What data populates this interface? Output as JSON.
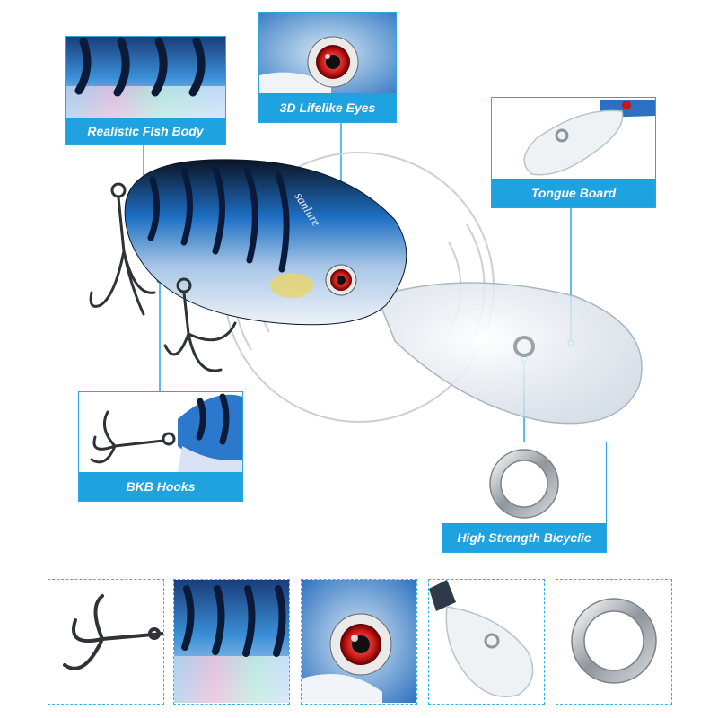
{
  "features": {
    "body": {
      "label": "Realistic FIsh Body",
      "icon": "fish-body-closeup"
    },
    "eyes": {
      "label": "3D Lifelike  Eyes",
      "icon": "fish-eye-closeup"
    },
    "tongue": {
      "label": "Tongue Board",
      "icon": "tongue-board-closeup"
    },
    "hooks": {
      "label": "BKB Hooks",
      "icon": "treble-hook-closeup"
    },
    "ring": {
      "label": "High Strength Bicyclic",
      "icon": "split-ring-closeup"
    }
  },
  "lure": {
    "brand": "sanlure"
  },
  "colors": {
    "accent": "#1fa2e0",
    "body_blue": "#1e6fc4",
    "stripe": "#0a1a3a"
  }
}
